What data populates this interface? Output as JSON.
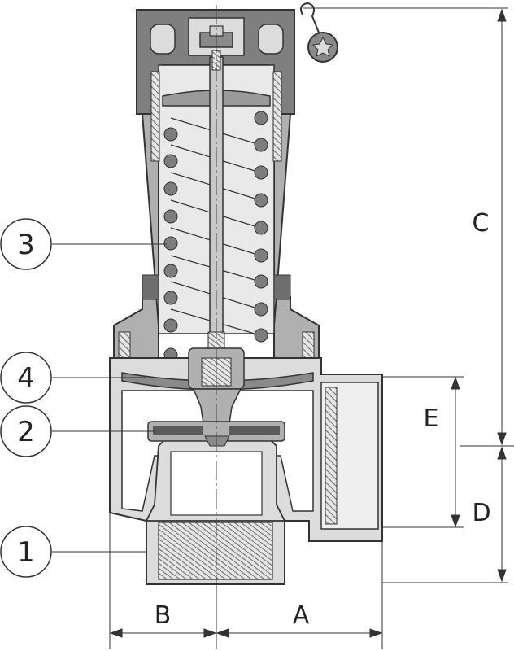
{
  "callouts": {
    "c1": "1",
    "c2": "2",
    "c3": "3",
    "c4": "4"
  },
  "dimensions": {
    "a": "A",
    "b": "B",
    "c": "C",
    "d": "D",
    "e": "E"
  },
  "colors": {
    "body": "#dcdcdc",
    "body_dark": "#8a8a8a",
    "cap": "#7f7f7f",
    "outline": "#333333",
    "spring_coil": "#7d7d7d",
    "seal": "#5a5a5a"
  }
}
